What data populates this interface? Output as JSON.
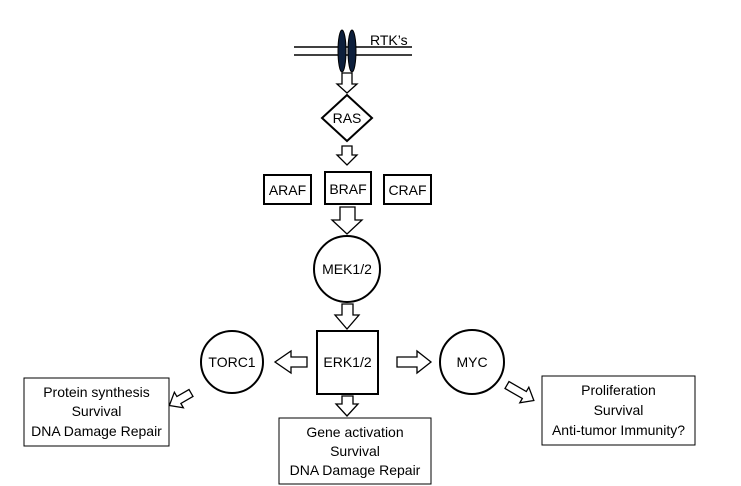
{
  "receptor": {
    "label": "RTK’s"
  },
  "nodes": {
    "ras": {
      "label": "RAS"
    },
    "araf": {
      "label": "ARAF"
    },
    "braf": {
      "label": "BRAF"
    },
    "craf": {
      "label": "CRAF"
    },
    "mek": {
      "label": "MEK1/2"
    },
    "erk": {
      "label": "ERK1/2"
    },
    "torc1": {
      "label": "TORC1"
    },
    "myc": {
      "label": "MYC"
    }
  },
  "outcomes": {
    "torc1": {
      "lines": [
        "Protein synthesis",
        "Survival",
        "DNA Damage Repair"
      ]
    },
    "erk": {
      "lines": [
        "Gene activation",
        "Survival",
        "DNA Damage Repair"
      ]
    },
    "myc": {
      "lines": [
        "Proliferation",
        "Survival",
        "Anti-tumor Immunity?"
      ]
    }
  },
  "colors": {
    "receptor_fill": "#0d1f3c",
    "line": "#000000",
    "background": "#ffffff"
  }
}
